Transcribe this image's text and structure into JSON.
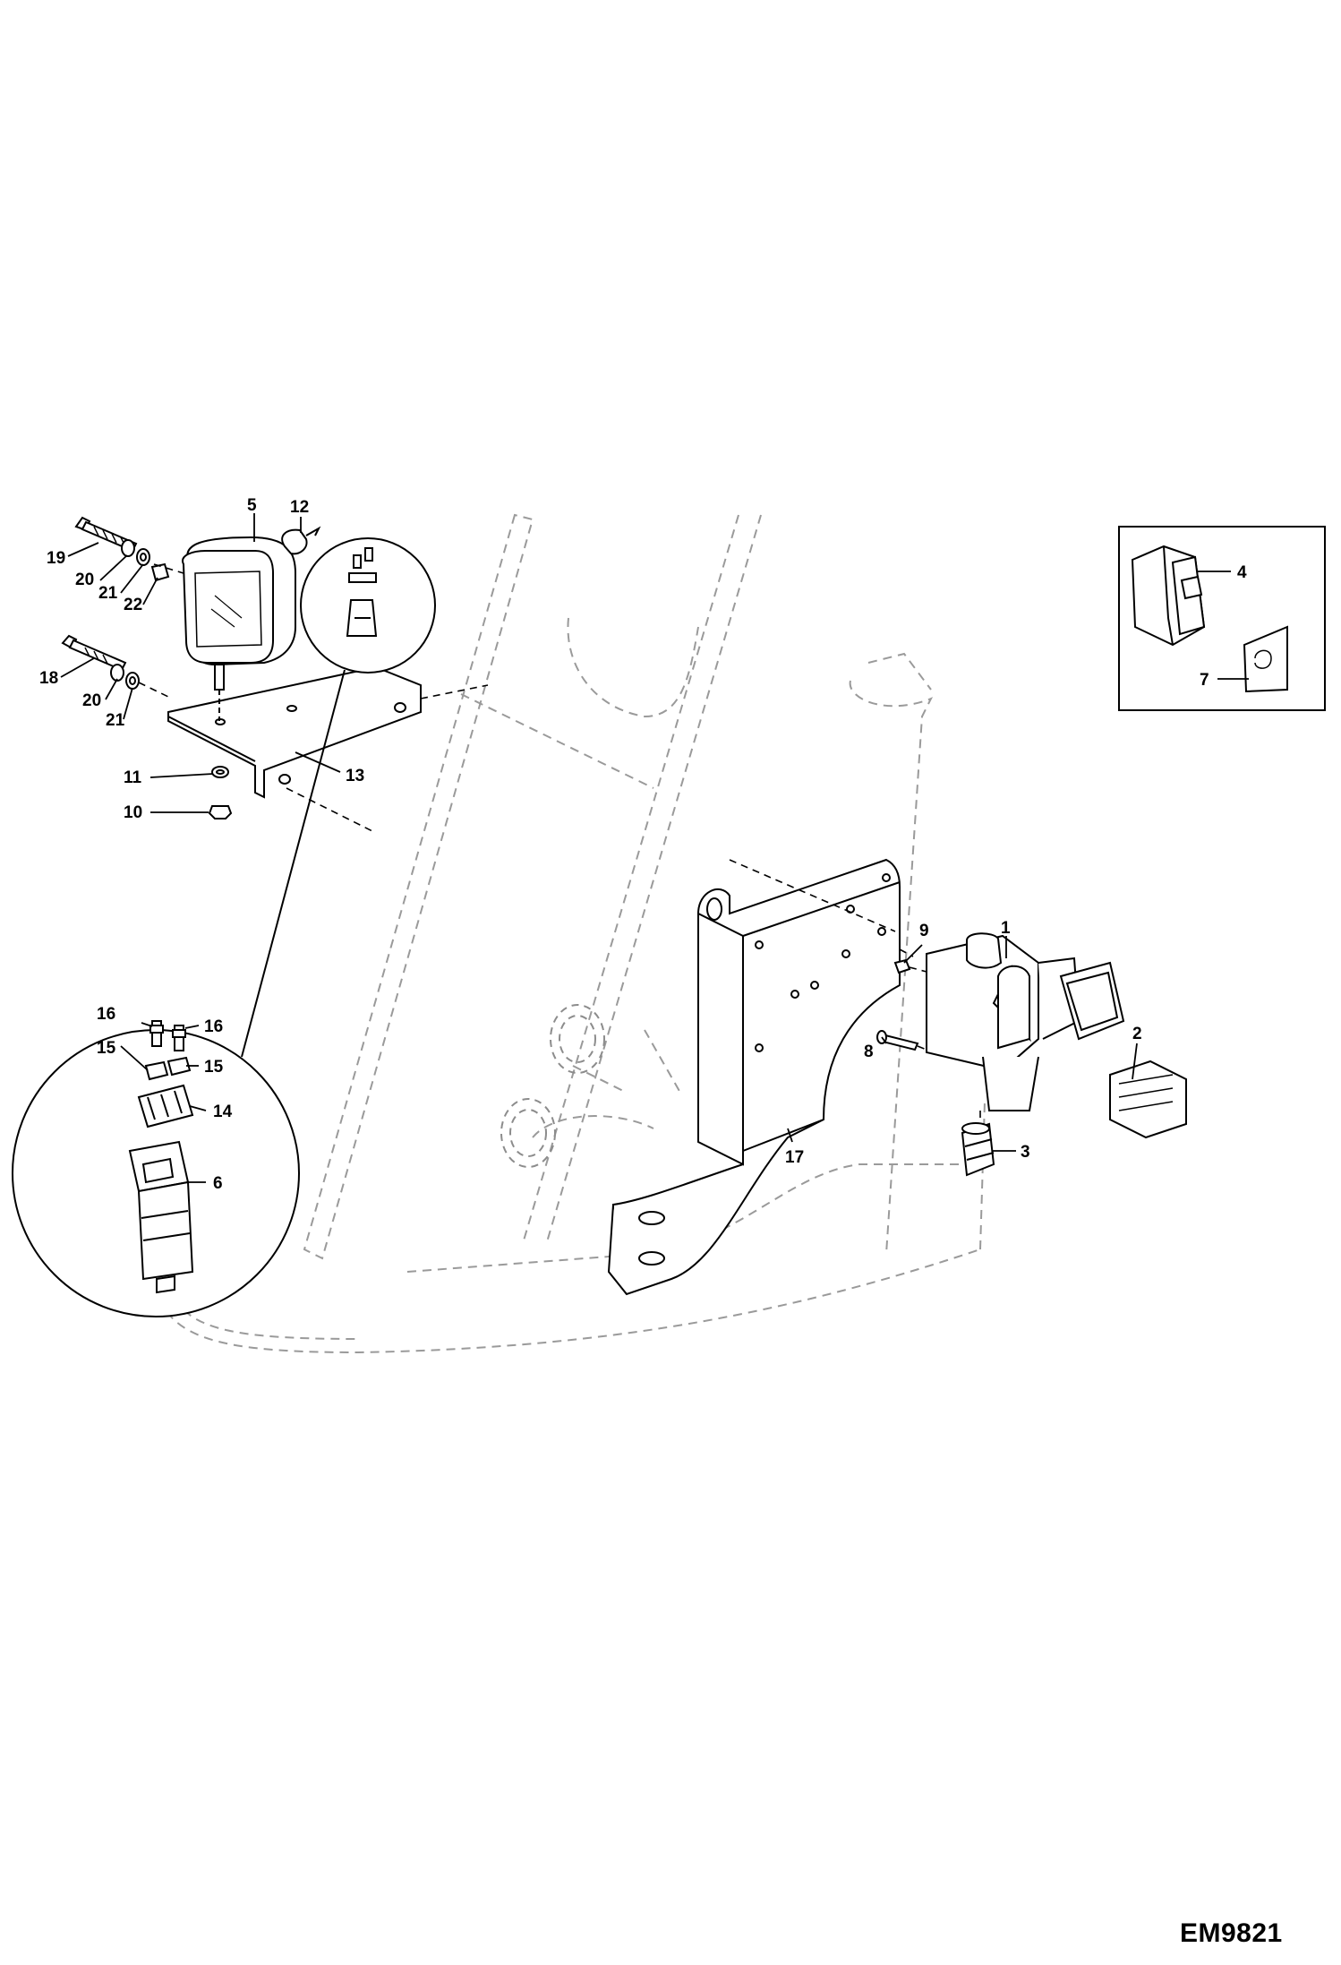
{
  "callouts": {
    "c1": "1",
    "c2": "2",
    "c3": "3",
    "c4": "4",
    "c5": "5",
    "c6": "6",
    "c7": "7",
    "c8": "8",
    "c9": "9",
    "c10": "10",
    "c11": "11",
    "c12": "12",
    "c13": "13",
    "c14": "14",
    "c15a": "15",
    "c15b": "15",
    "c16a": "16",
    "c16b": "16",
    "c17": "17",
    "c18": "18",
    "c19": "19",
    "c20a": "20",
    "c20b": "20",
    "c21a": "21",
    "c21b": "21",
    "c22": "22"
  },
  "drawing_ref": "EM9821"
}
